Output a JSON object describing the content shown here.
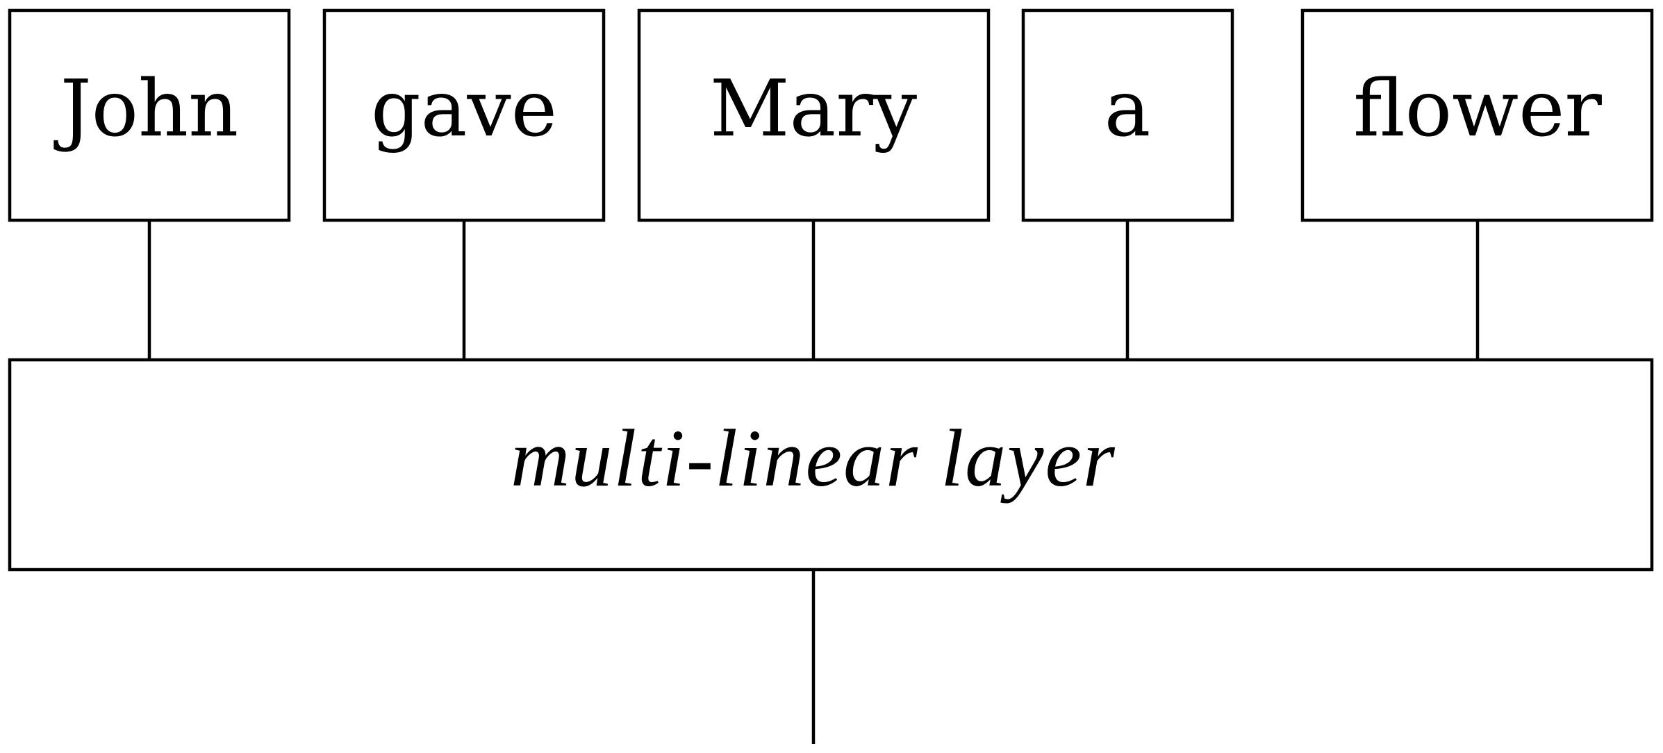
{
  "words": [
    {
      "label": "John"
    },
    {
      "label": "gave"
    },
    {
      "label": "Mary"
    },
    {
      "label": "a"
    },
    {
      "label": "flower"
    }
  ],
  "layer": {
    "label": "multi-linear layer"
  },
  "colors": {
    "stroke": "#000000",
    "background": "#ffffff"
  }
}
